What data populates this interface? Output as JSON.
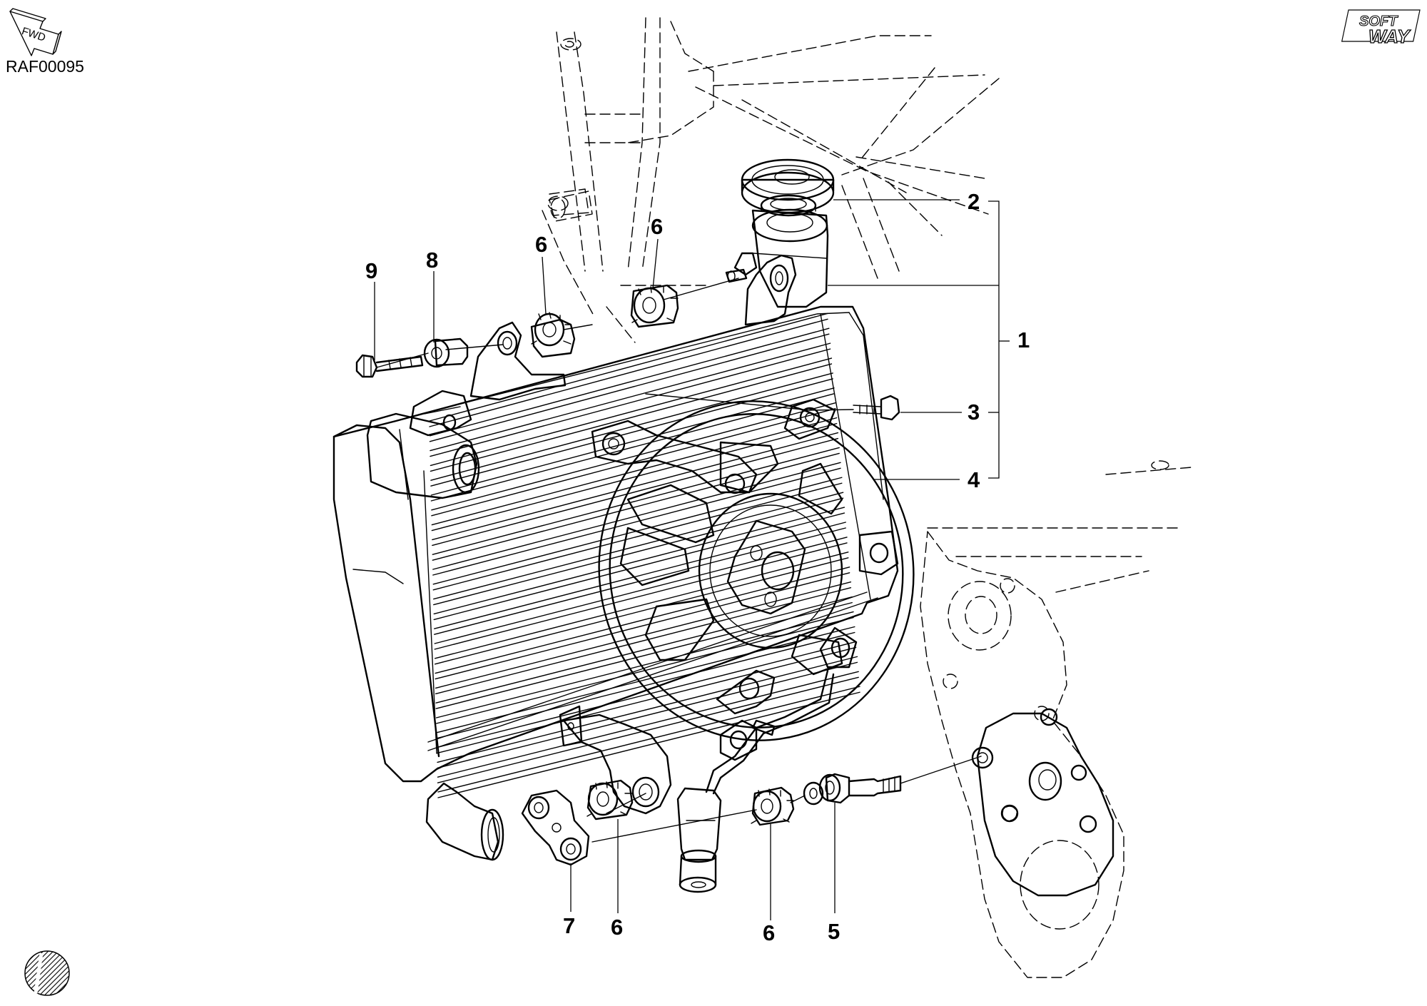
{
  "drawing_code": "RAF00095",
  "direction_arrow_label": "FWD",
  "logo": {
    "line1": "SOFT",
    "line2": "WAY"
  },
  "callouts": [
    {
      "id": "c2",
      "label": "2"
    },
    {
      "id": "c1",
      "label": "1"
    },
    {
      "id": "c3",
      "label": "3"
    },
    {
      "id": "c4",
      "label": "4"
    },
    {
      "id": "c9",
      "label": "9"
    },
    {
      "id": "c8",
      "label": "8"
    },
    {
      "id": "c6a",
      "label": "6"
    },
    {
      "id": "c6b",
      "label": "6"
    },
    {
      "id": "c7",
      "label": "7"
    },
    {
      "id": "c6c",
      "label": "6"
    },
    {
      "id": "c6d",
      "label": "6"
    },
    {
      "id": "c5",
      "label": "5"
    }
  ]
}
